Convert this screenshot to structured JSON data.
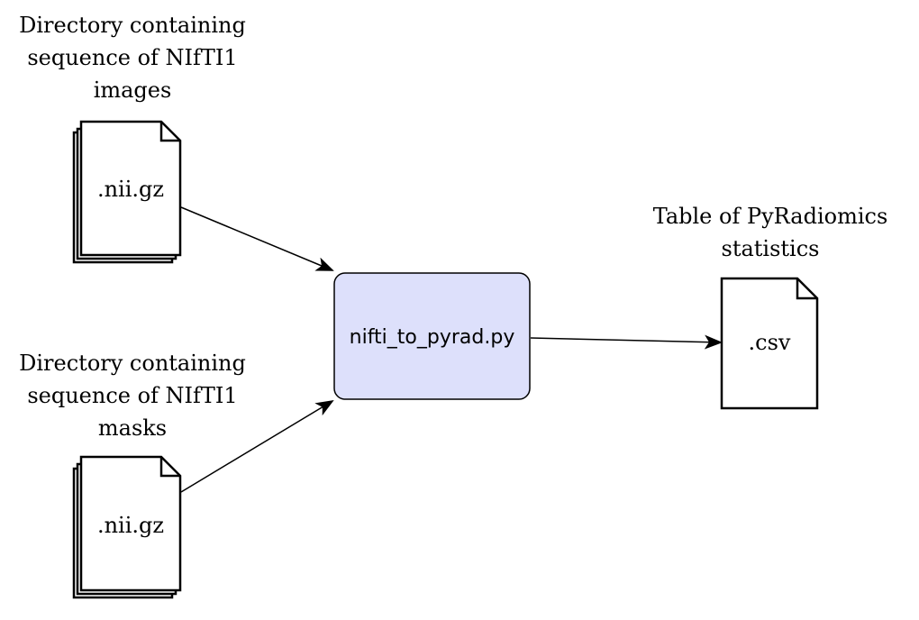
{
  "inputs": {
    "images": {
      "caption": [
        "Directory containing",
        "sequence of NIfTI1",
        "images"
      ],
      "file_label": ".nii.gz"
    },
    "masks": {
      "caption": [
        "Directory containing",
        "sequence of NIfTI1",
        "masks"
      ],
      "file_label": ".nii.gz"
    }
  },
  "process": {
    "label": "nifti_to_pyrad.py",
    "fill_color": "#dde0fb"
  },
  "output": {
    "caption": [
      "Table of PyRadiomics",
      "statistics"
    ],
    "file_label": ".csv"
  }
}
